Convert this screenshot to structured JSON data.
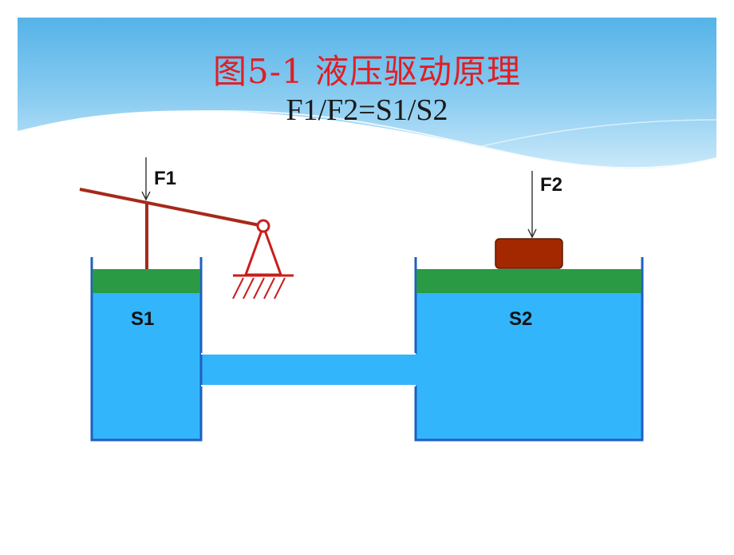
{
  "slide": {
    "title": "图5-1  液压驱动原理",
    "formula": "F1/F2=S1/S2"
  },
  "diagram": {
    "force_left": "F1",
    "force_right": "F2",
    "area_left": "S1",
    "area_right": "S2"
  },
  "colors": {
    "fluid": "#33b5fc",
    "piston": "#2a9a45",
    "lever": "#a52a1a",
    "load": "#a32800",
    "wall": "#1f5fbf",
    "title": "#e01e24"
  }
}
